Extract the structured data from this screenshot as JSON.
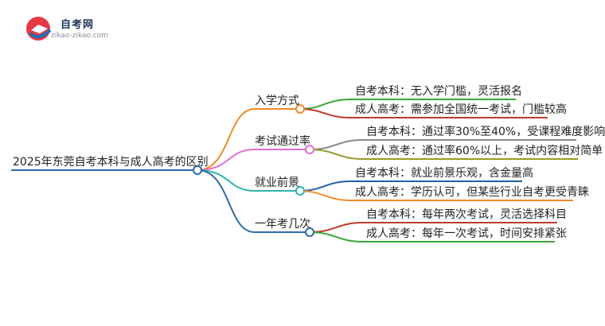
{
  "logo": {
    "title": "自考网",
    "url": "zikao-zikao.com",
    "icon": "graduation-cap-icon",
    "colors": {
      "primary": "#e63946",
      "secondary": "#1d6fb8"
    }
  },
  "root": {
    "label": "2025年东莞自考本科与成人高考的区别",
    "color": "#2d6aa3"
  },
  "branches": [
    {
      "label": "入学方式",
      "color": "#f08a24",
      "children": [
        {
          "label": "自考本科：无入学门槛，灵活报名",
          "color": "#3aa635"
        },
        {
          "label": "成人高考：需参加全国统一考试，门槛较高",
          "color": "#c0392b"
        }
      ]
    },
    {
      "label": "考试通过率",
      "color": "#e86ad0",
      "children": [
        {
          "label": "自考本科：通过率30%至40%，受课程难度影响",
          "color": "#888888"
        },
        {
          "label": "成人高考：通过率60%以上，考试内容相对简单",
          "color": "#9a9a2a"
        }
      ]
    },
    {
      "label": "就业前景",
      "color": "#2bb5a8",
      "children": [
        {
          "label": "自考本科：就业前景乐观，含金量高",
          "color": "#1f5fa8"
        },
        {
          "label": "成人高考：学历认可，但某些行业自考更受青睐",
          "color": "#f08a24"
        }
      ]
    },
    {
      "label": "一年考几次",
      "color": "#2d6aa3",
      "children": [
        {
          "label": "自考本科：每年两次考试，灵活选择科目",
          "color": "#c0392b"
        },
        {
          "label": "成人高考：每年一次考试，时间安排紧张",
          "color": "#3aa635"
        }
      ]
    }
  ]
}
